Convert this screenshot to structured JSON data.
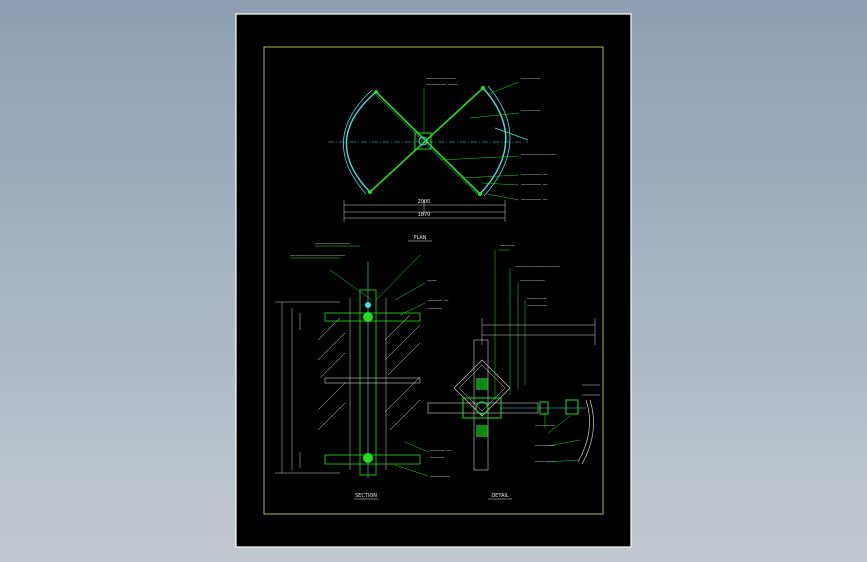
{
  "drawing": {
    "plan_title": "PLAN",
    "section_title": "SECTION",
    "detail_title": "DETAIL",
    "plan_dims": [
      "2000",
      "1870"
    ],
    "colors": {
      "sheet": "#000000",
      "frame": "#ffffff",
      "border": "#e8e860",
      "glass": "#40e0e0",
      "steel": "#20e020",
      "dims": "#d0d0d0"
    }
  }
}
